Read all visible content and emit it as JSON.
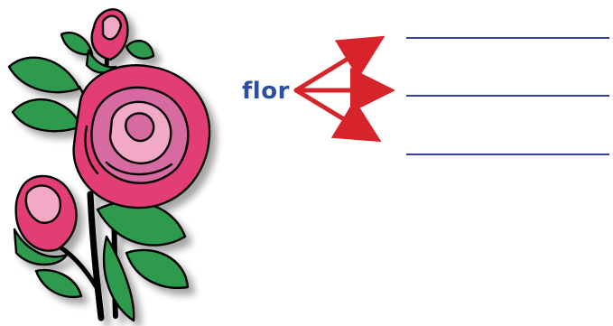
{
  "worksheet": {
    "word": "flor",
    "answer_line_count": 3,
    "illustration": "rose-bouquet",
    "colors": {
      "word": "#2a4fa3",
      "arrows": "#d7242b",
      "answer_lines": "#3a3f9a",
      "rose_main": "#e23d77",
      "rose_light": "#f2a9c6",
      "leaves": "#2e9a4e"
    }
  }
}
